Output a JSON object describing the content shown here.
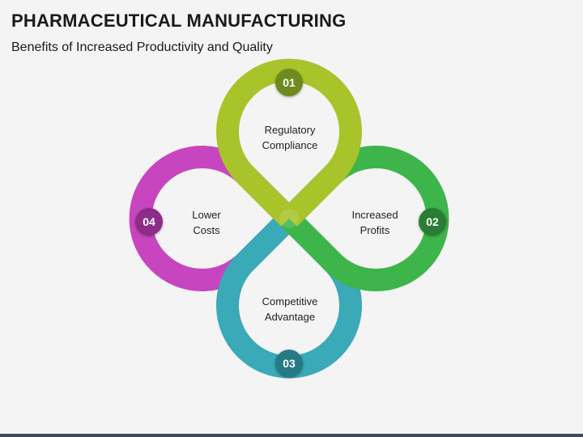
{
  "header": {
    "title": "PHARMACEUTICAL MANUFACTURING",
    "subtitle": "Benefits of Increased Productivity and Quality"
  },
  "petals": [
    {
      "number": "01",
      "line1": "Regulatory",
      "line2": "Compliance",
      "color": "#a8c42a",
      "badge_color": "#6f8a1e"
    },
    {
      "number": "02",
      "line1": "Increased",
      "line2": "Profits",
      "color": "#3db54a",
      "badge_color": "#2a7d34"
    },
    {
      "number": "03",
      "line1": "Competitive",
      "line2": "Advantage",
      "color": "#3aa9b8",
      "badge_color": "#257a86"
    },
    {
      "number": "04",
      "line1": "Lower",
      "line2": "Costs",
      "color": "#c845c0",
      "badge_color": "#8e2c8a"
    }
  ]
}
